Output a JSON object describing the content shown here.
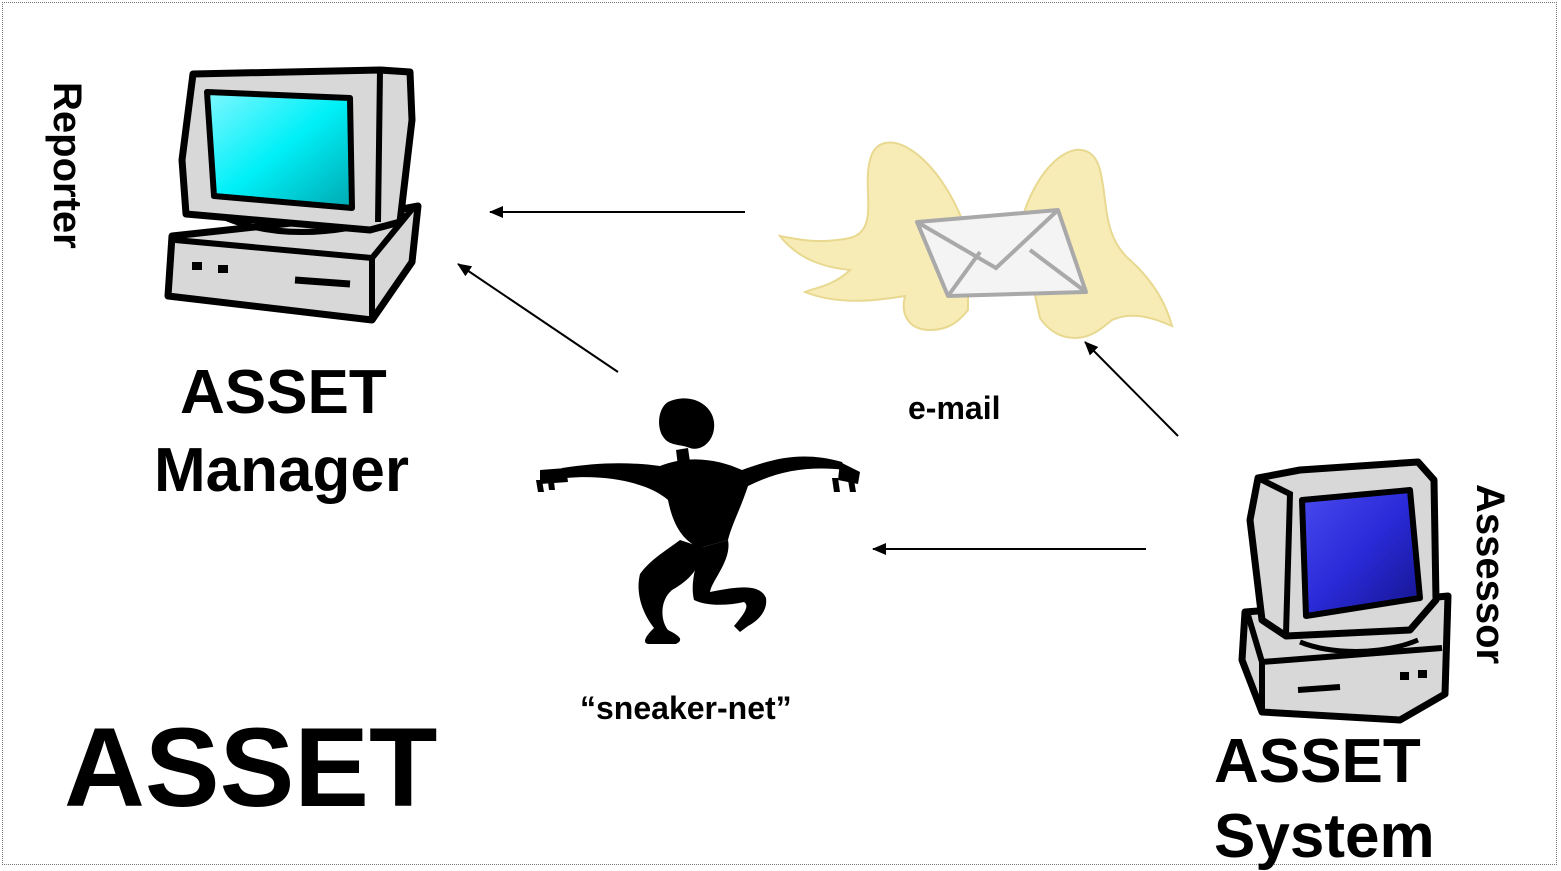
{
  "labels": {
    "reporter": "Reporter",
    "assessor": "Assessor",
    "manager_line1": "ASSET",
    "manager_line2": "Manager",
    "email": "e-mail",
    "sneaker": "“sneaker-net”",
    "asset_big": "ASSET",
    "system_line1": "ASSET",
    "system_line2": "System"
  },
  "icons": {
    "manager_computer": "computer-icon",
    "system_computer": "computer-icon",
    "email": "winged-envelope-icon",
    "sneaker": "running-figure-icon"
  },
  "colors": {
    "manager_screen": "#00e8f0",
    "system_screen": "#2b2bd0",
    "computer_body": "#d8d8d8",
    "wings": "#f7ecb6",
    "envelope": "#f4f4f4"
  }
}
